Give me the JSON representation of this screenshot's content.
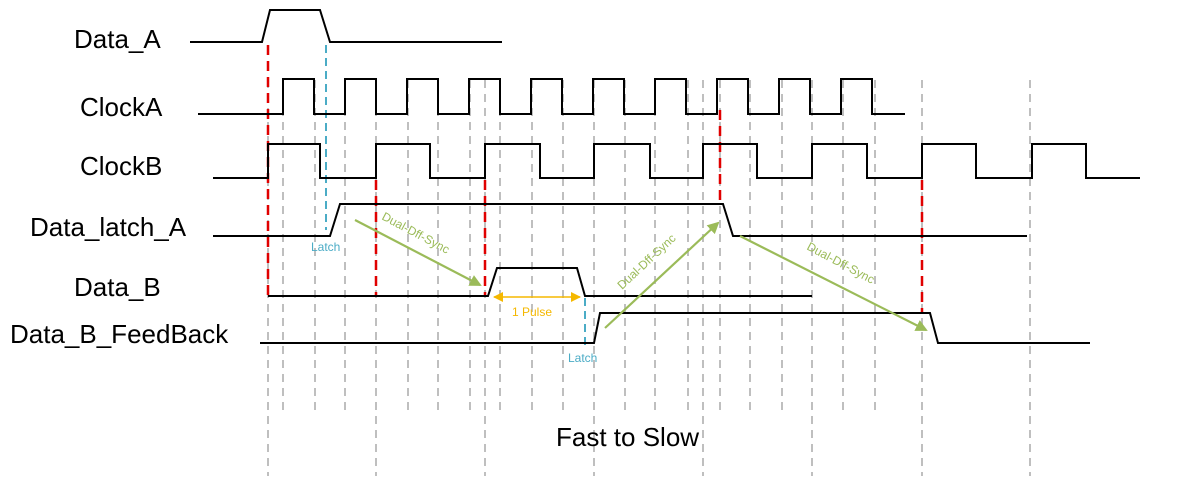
{
  "signals": [
    {
      "id": "data_a",
      "label": "Data_A"
    },
    {
      "id": "clock_a",
      "label": "ClockA"
    },
    {
      "id": "clock_b",
      "label": "ClockB"
    },
    {
      "id": "data_latch_a",
      "label": "Data_latch_A"
    },
    {
      "id": "data_b",
      "label": "Data_B"
    },
    {
      "id": "data_b_feedback",
      "label": "Data_B_FeedBack"
    }
  ],
  "annotations": {
    "latch_1": "Latch",
    "latch_2": "Latch",
    "sync_1": "Dual-Dff-Sync",
    "sync_2": "Dual-Dff-Sync",
    "sync_3": "Dual-Dff-Sync",
    "pulse": "1 Pulse"
  },
  "caption": "Fast to Slow",
  "colors": {
    "trace": "#000000",
    "red_edge": "#e00000",
    "latch": "#4bacc6",
    "sync_arrow": "#9bbb59",
    "pulse": "#f5b800",
    "grid": "#bfbfbf"
  }
}
